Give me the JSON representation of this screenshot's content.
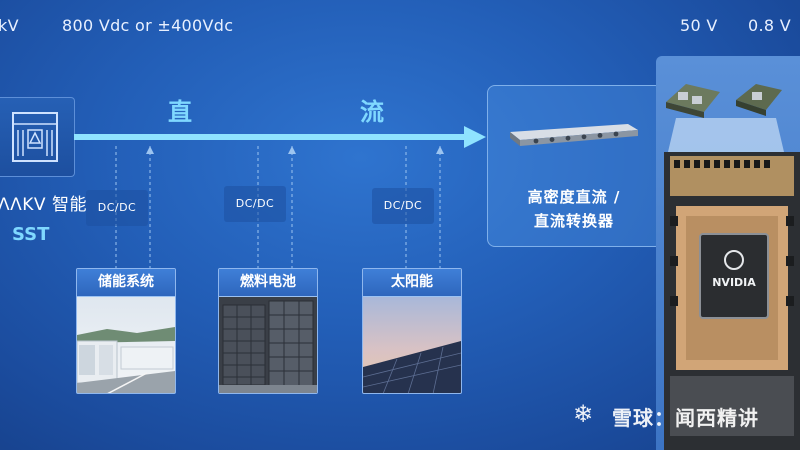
{
  "voltages": {
    "left": "kV",
    "bus": "800 Vdc or ±400Vdc",
    "v50": "50 V",
    "v08": "0.8 V"
  },
  "sst": {
    "name": "ΛΛΚV 智能",
    "subtitle": "SST"
  },
  "bus": {
    "char1": "直",
    "char2": "流"
  },
  "dcdc": [
    "DC/DC",
    "DC/DC",
    "DC/DC"
  ],
  "sources": [
    {
      "title": "储能系统"
    },
    {
      "title": "燃料电池"
    },
    {
      "title": "太阳能"
    }
  ],
  "converter": {
    "line1": "高密度直流 /",
    "line2": "直流转换器"
  },
  "board": {
    "chip_brand": "NVIDIA"
  },
  "watermark": {
    "text": "雪球：闻西精讲"
  },
  "colors": {
    "accent": "#7fd8ff",
    "background": "#235fb8"
  }
}
